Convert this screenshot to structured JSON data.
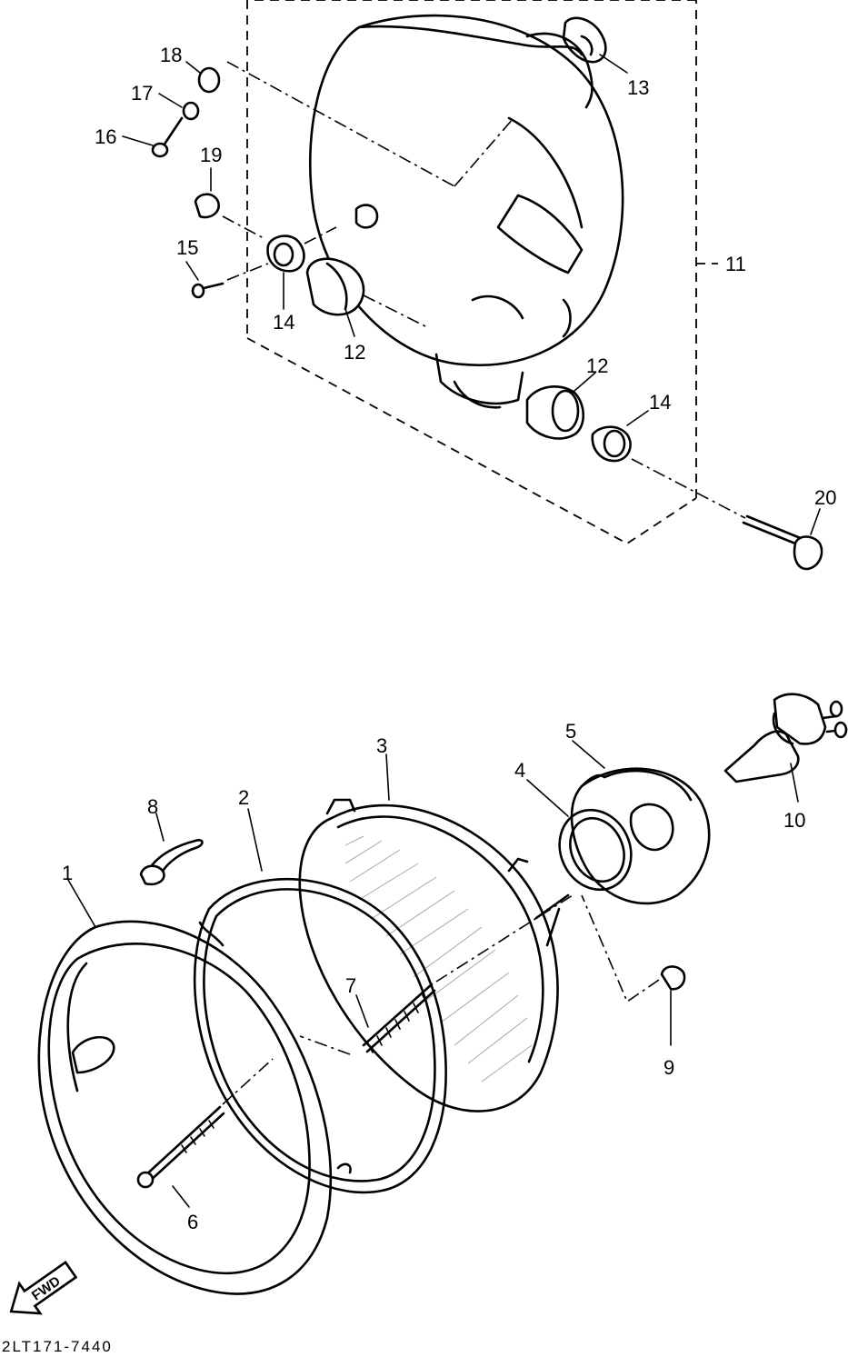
{
  "labels": {
    "p1": "1",
    "p2": "2",
    "p3": "3",
    "p4": "4",
    "p5": "5",
    "p6": "6",
    "p7": "7",
    "p8": "8",
    "p9": "9",
    "p10": "10",
    "p11": "11",
    "p12a": "12",
    "p12b": "12",
    "p13": "13",
    "p14a": "14",
    "p14b": "14",
    "p15": "15",
    "p16": "16",
    "p17": "17",
    "p18": "18",
    "p19": "19",
    "p20": "20"
  },
  "forward_arrow_text": "FWD",
  "diagram_code": "2LT171-7440"
}
